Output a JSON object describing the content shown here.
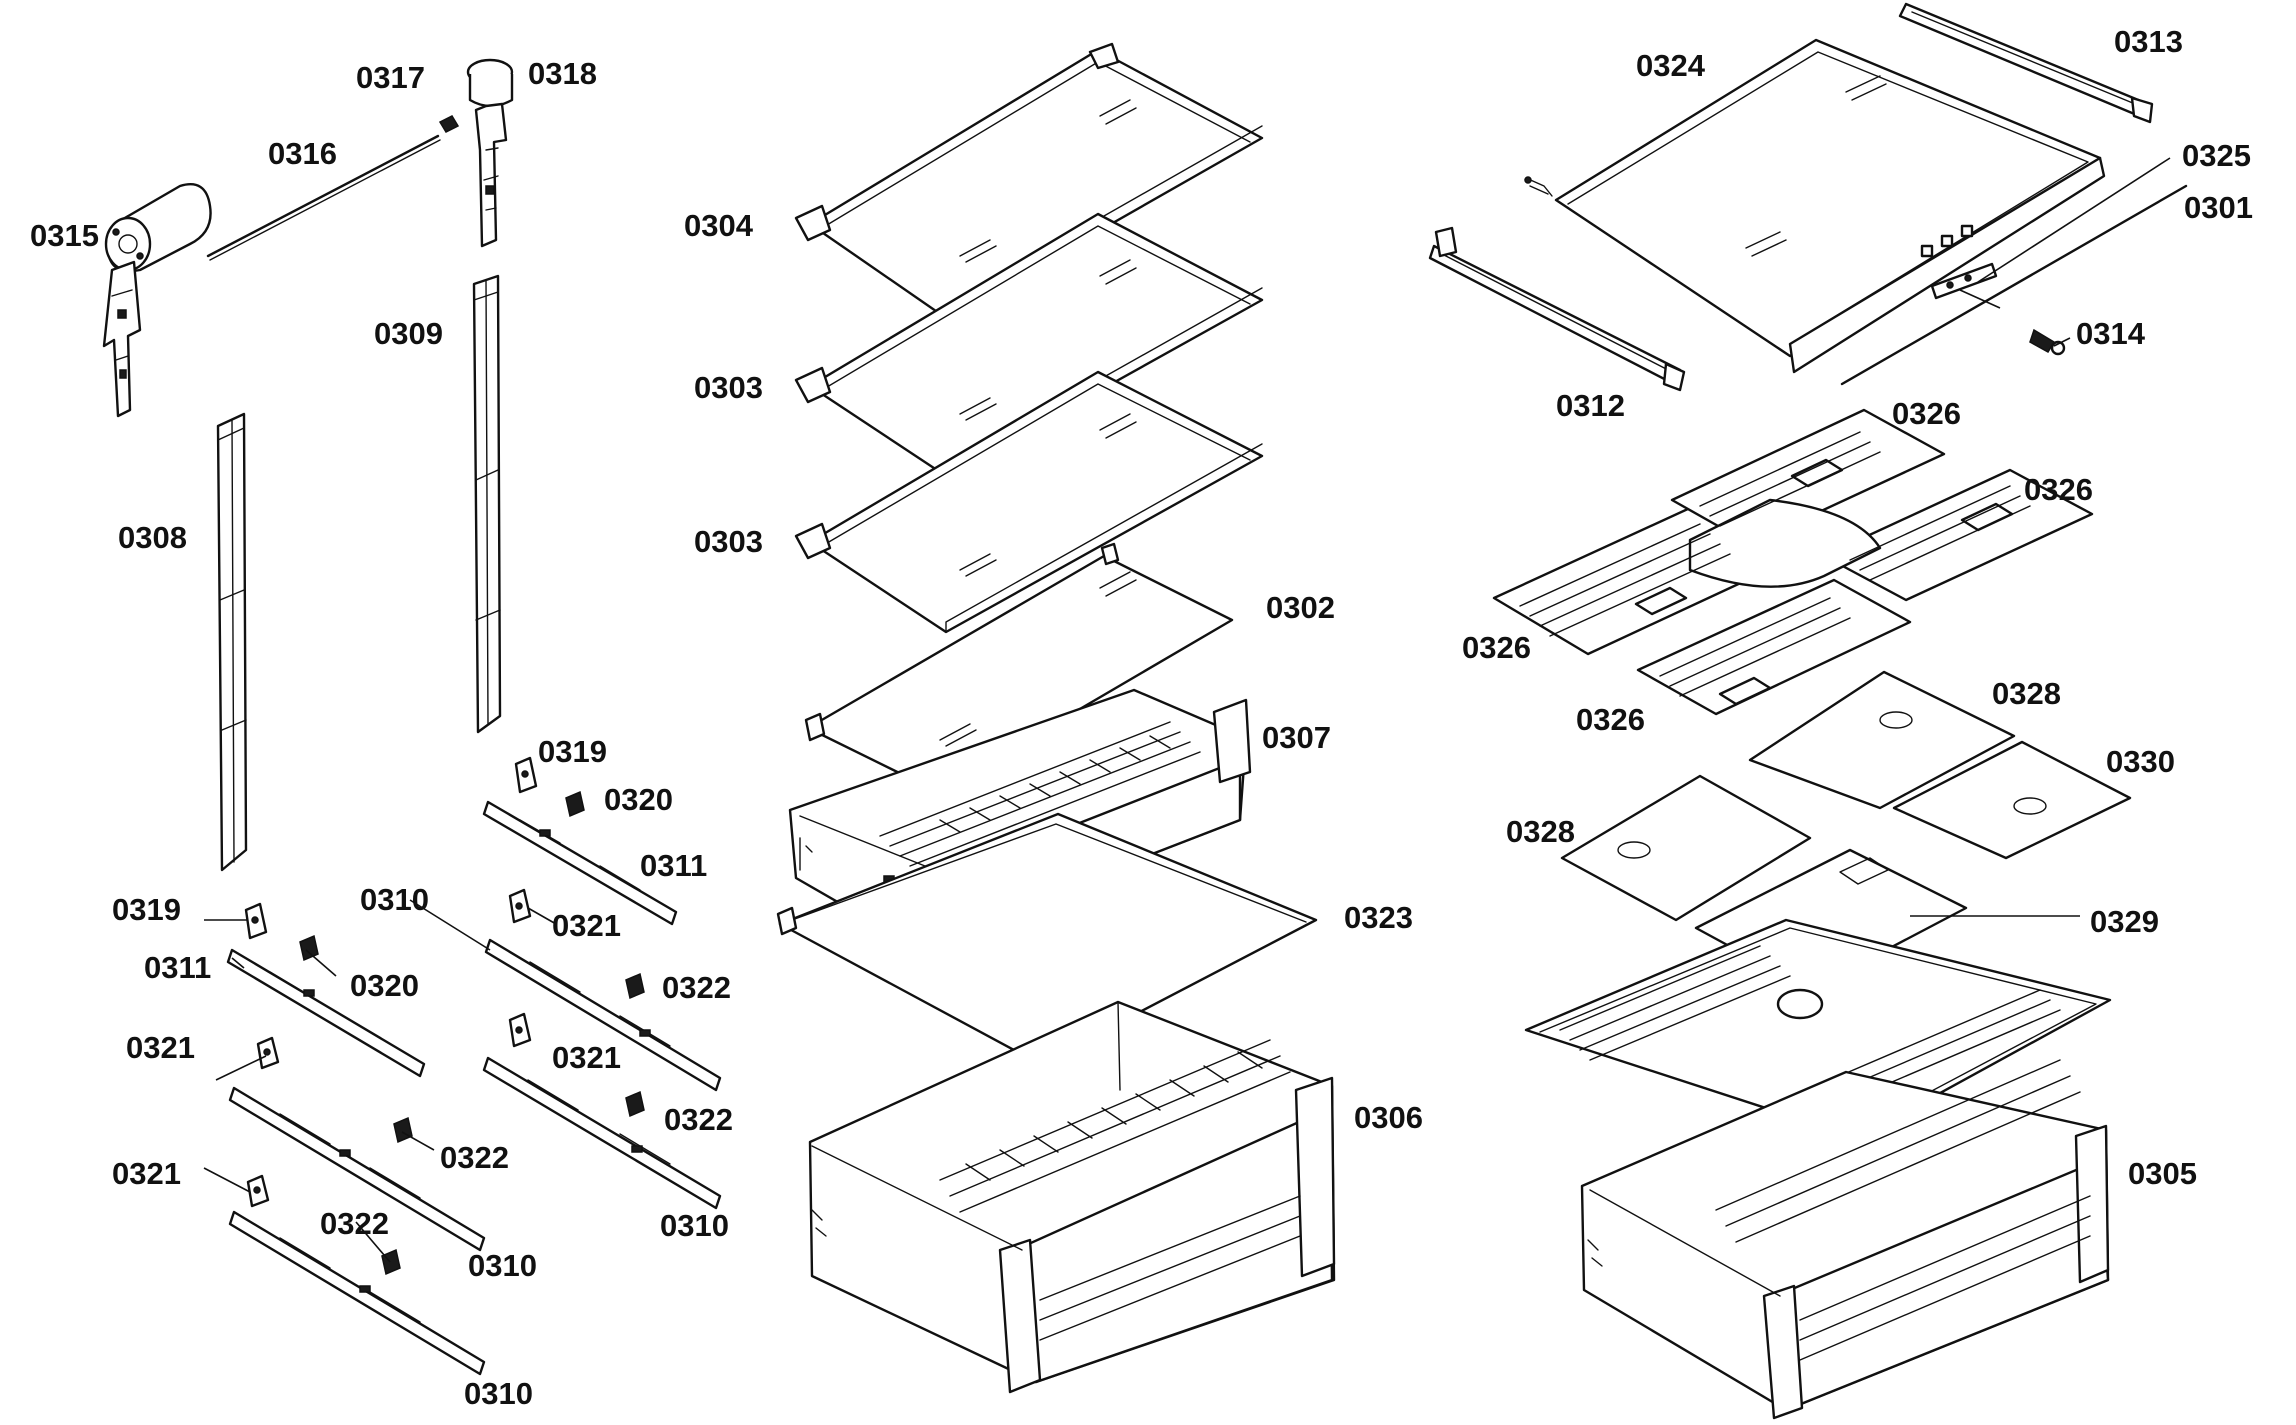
{
  "parts": [
    {
      "id": "p0301",
      "label": "0301"
    },
    {
      "id": "p0302",
      "label": "0302"
    },
    {
      "id": "p0303a",
      "label": "0303"
    },
    {
      "id": "p0303b",
      "label": "0303"
    },
    {
      "id": "p0304",
      "label": "0304"
    },
    {
      "id": "p0305",
      "label": "0305"
    },
    {
      "id": "p0306",
      "label": "0306"
    },
    {
      "id": "p0307",
      "label": "0307"
    },
    {
      "id": "p0308",
      "label": "0308"
    },
    {
      "id": "p0309",
      "label": "0309"
    },
    {
      "id": "p0310a",
      "label": "0310"
    },
    {
      "id": "p0310b",
      "label": "0310"
    },
    {
      "id": "p0310c",
      "label": "0310"
    },
    {
      "id": "p0310d",
      "label": "0310"
    },
    {
      "id": "p0311a",
      "label": "0311"
    },
    {
      "id": "p0311b",
      "label": "0311"
    },
    {
      "id": "p0312",
      "label": "0312"
    },
    {
      "id": "p0313",
      "label": "0313"
    },
    {
      "id": "p0314",
      "label": "0314"
    },
    {
      "id": "p0315",
      "label": "0315"
    },
    {
      "id": "p0316",
      "label": "0316"
    },
    {
      "id": "p0317",
      "label": "0317"
    },
    {
      "id": "p0318",
      "label": "0318"
    },
    {
      "id": "p0319a",
      "label": "0319"
    },
    {
      "id": "p0319b",
      "label": "0319"
    },
    {
      "id": "p0320a",
      "label": "0320"
    },
    {
      "id": "p0320b",
      "label": "0320"
    },
    {
      "id": "p0321a",
      "label": "0321"
    },
    {
      "id": "p0321b",
      "label": "0321"
    },
    {
      "id": "p0321c",
      "label": "0321"
    },
    {
      "id": "p0321d",
      "label": "0321"
    },
    {
      "id": "p0322a",
      "label": "0322"
    },
    {
      "id": "p0322b",
      "label": "0322"
    },
    {
      "id": "p0322c",
      "label": "0322"
    },
    {
      "id": "p0322d",
      "label": "0322"
    },
    {
      "id": "p0323",
      "label": "0323"
    },
    {
      "id": "p0324",
      "label": "0324"
    },
    {
      "id": "p0325",
      "label": "0325"
    },
    {
      "id": "p0326a",
      "label": "0326"
    },
    {
      "id": "p0326b",
      "label": "0326"
    },
    {
      "id": "p0326c",
      "label": "0326"
    },
    {
      "id": "p0326d",
      "label": "0326"
    },
    {
      "id": "p0328a",
      "label": "0328"
    },
    {
      "id": "p0328b",
      "label": "0328"
    },
    {
      "id": "p0329",
      "label": "0329"
    },
    {
      "id": "p0330",
      "label": "0330"
    }
  ]
}
